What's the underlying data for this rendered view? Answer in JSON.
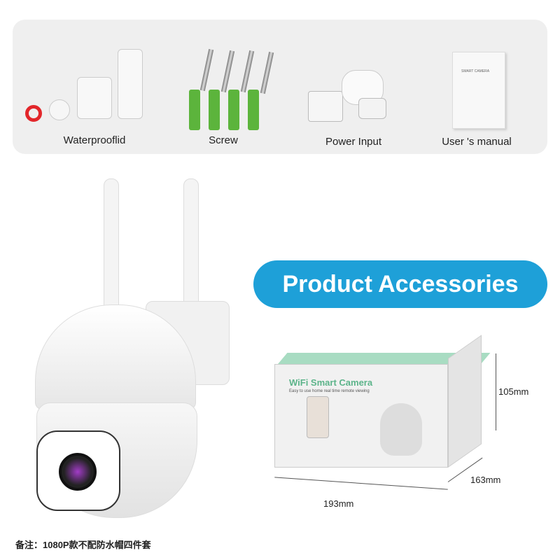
{
  "accessories": [
    {
      "label": "Waterprooflid",
      "icon": "waterproof-lid-icon"
    },
    {
      "label": "Screw",
      "icon": "screw-icon"
    },
    {
      "label": "Power Input",
      "icon": "power-cable-icon"
    },
    {
      "label": "User 's manual",
      "icon": "manual-icon"
    }
  ],
  "banner": {
    "title": "Product Accessories",
    "color": "#1ea0d8"
  },
  "box": {
    "brand": "WiFi Smart Camera",
    "tagline": "Easy to use home real time remote viewing",
    "accent": "#5cb48a"
  },
  "dimensions": {
    "height": "105mm",
    "depth": "163mm",
    "width": "193mm"
  },
  "manual_text": "SMART CAMERA",
  "note": "备注：1080P款不配防水帽四件套"
}
